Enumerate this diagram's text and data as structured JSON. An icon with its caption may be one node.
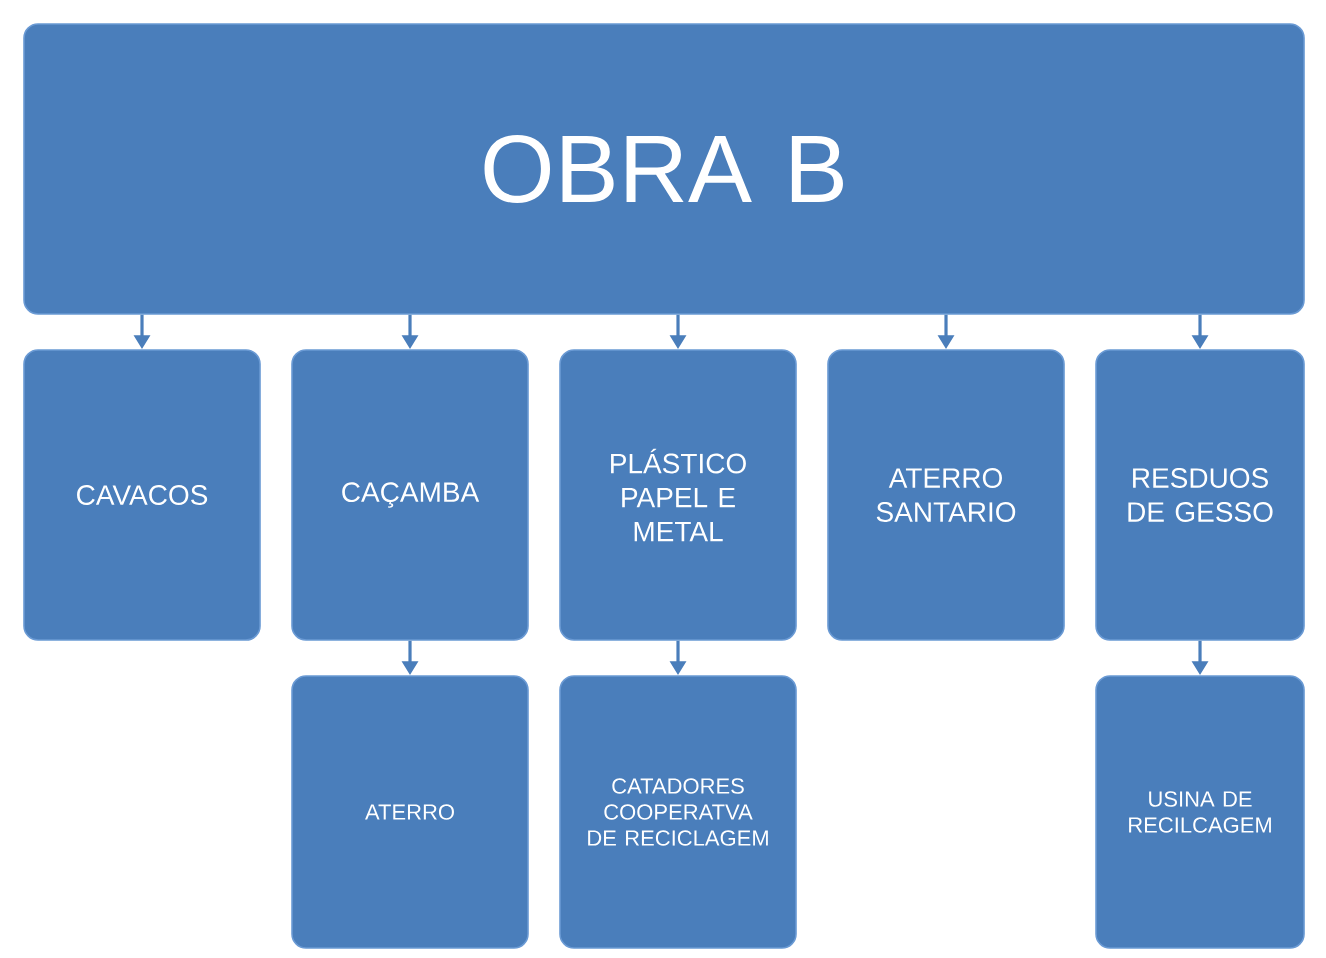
{
  "diagram": {
    "nodes": [
      {
        "text": [
          "OBRA B"
        ]
      },
      {
        "text": [
          "CAVACOS"
        ]
      },
      {
        "text": [
          "CAÇAMBA"
        ]
      },
      {
        "text": [
          "PLÁSTICO PAPEL E METAL"
        ]
      },
      {
        "text": [
          "ATERRO SANTARIO"
        ]
      },
      {
        "text": [
          "RESDUOS DE GESSO"
        ]
      },
      {
        "text": [
          "ATERRO"
        ]
      },
      {
        "text": [
          "CATADORES COOPERATVA DE RECICLAGEM"
        ]
      },
      {
        "text": [
          "USINA DE RECILCAGEM"
        ]
      }
    ],
    "edges": [
      {
        "from": 0,
        "to": 1,
        "arrow": "to"
      },
      {
        "from": 0,
        "to": 2,
        "arrow": "to"
      },
      {
        "from": 0,
        "to": 3,
        "arrow": "to"
      },
      {
        "from": 0,
        "to": 4,
        "arrow": "to"
      },
      {
        "from": 0,
        "to": 5,
        "arrow": "to"
      },
      {
        "from": 2,
        "to": 6,
        "arrow": "to"
      },
      {
        "from": 3,
        "to": 7,
        "arrow": "to"
      },
      {
        "from": 5,
        "to": 8,
        "arrow": "to"
      }
    ]
  }
}
